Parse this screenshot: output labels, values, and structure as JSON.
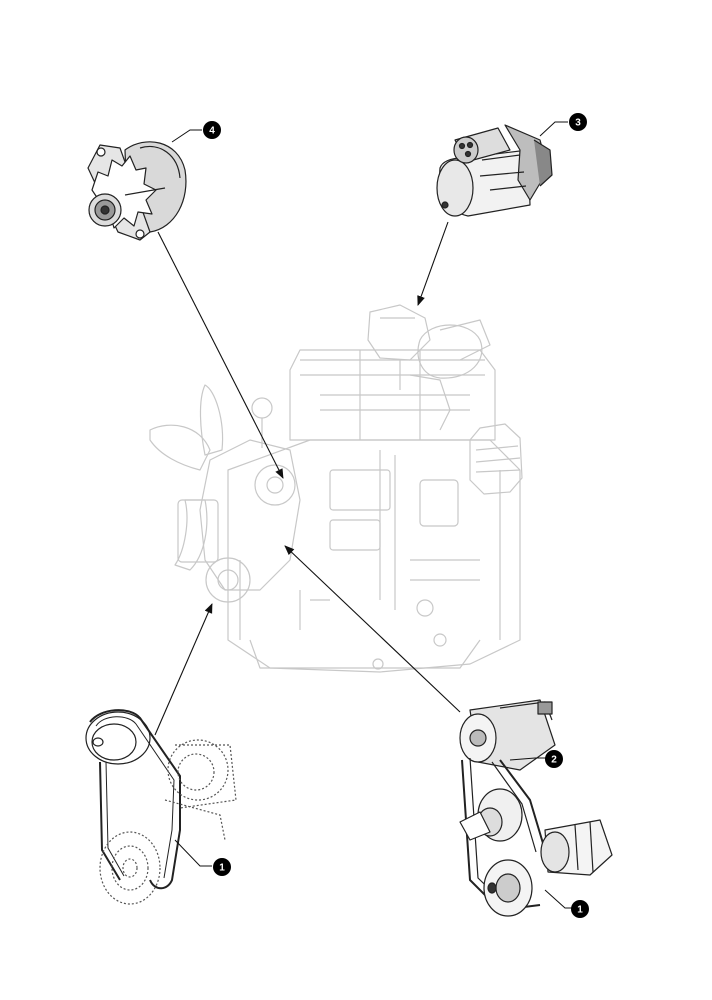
{
  "diagram": {
    "callouts": [
      {
        "id": "c4",
        "label": "4"
      },
      {
        "id": "c3",
        "label": "3"
      },
      {
        "id": "c2",
        "label": "2"
      },
      {
        "id": "c1a",
        "label": "1"
      },
      {
        "id": "c1b",
        "label": "1"
      }
    ],
    "colors": {
      "engine_outline": "#c8c8c8",
      "part_line": "#222222",
      "dotted_line": "#555555",
      "callout_fill": "#000000",
      "callout_text": "#ffffff",
      "arrow": "#111111"
    }
  }
}
